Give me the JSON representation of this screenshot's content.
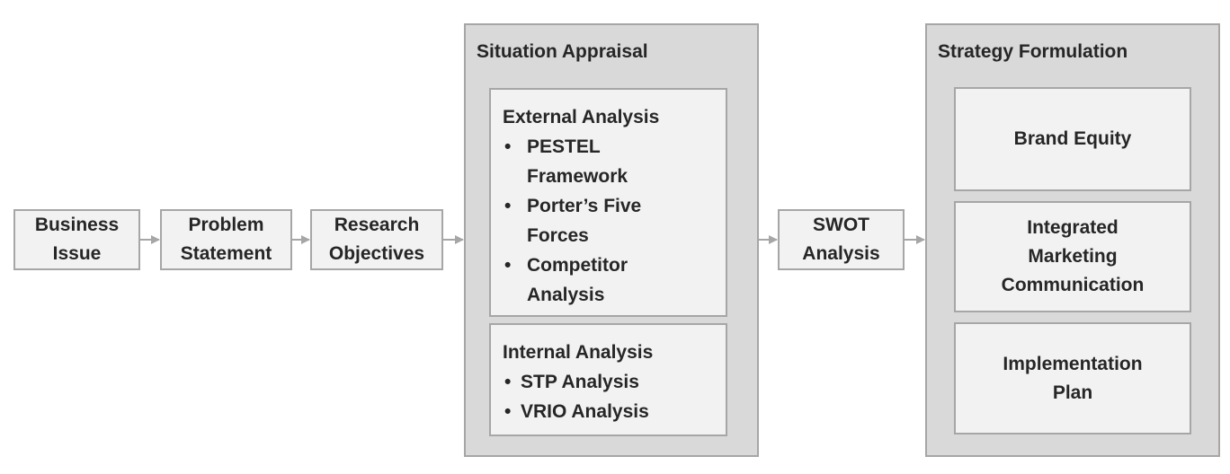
{
  "flow": {
    "business_issue": [
      "Business",
      "Issue"
    ],
    "problem_statement": [
      "Problem",
      "Statement"
    ],
    "research_objectives": [
      "Research",
      "Objectives"
    ],
    "swot": [
      "SWOT",
      "Analysis"
    ]
  },
  "situation_appraisal": {
    "title": "Situation Appraisal",
    "external": {
      "heading": "External Analysis",
      "items": [
        [
          "PESTEL",
          "Framework"
        ],
        [
          "Porter’s Five",
          "Forces"
        ],
        [
          "Competitor",
          "Analysis"
        ]
      ]
    },
    "internal": {
      "heading": "Internal Analysis",
      "items": [
        "STP Analysis",
        "VRIO Analysis"
      ]
    },
    "bullet": "•"
  },
  "strategy_formulation": {
    "title": "Strategy Formulation",
    "items": [
      [
        "Brand Equity"
      ],
      [
        "Integrated",
        "Marketing",
        "Communication"
      ],
      [
        "Implementation",
        "Plan"
      ]
    ]
  },
  "colors": {
    "box_fill": "#f2f2f2",
    "group_fill": "#d9d9d9",
    "border": "#a6a6a6",
    "arrow": "#a6a6a6",
    "text": "#262626"
  }
}
